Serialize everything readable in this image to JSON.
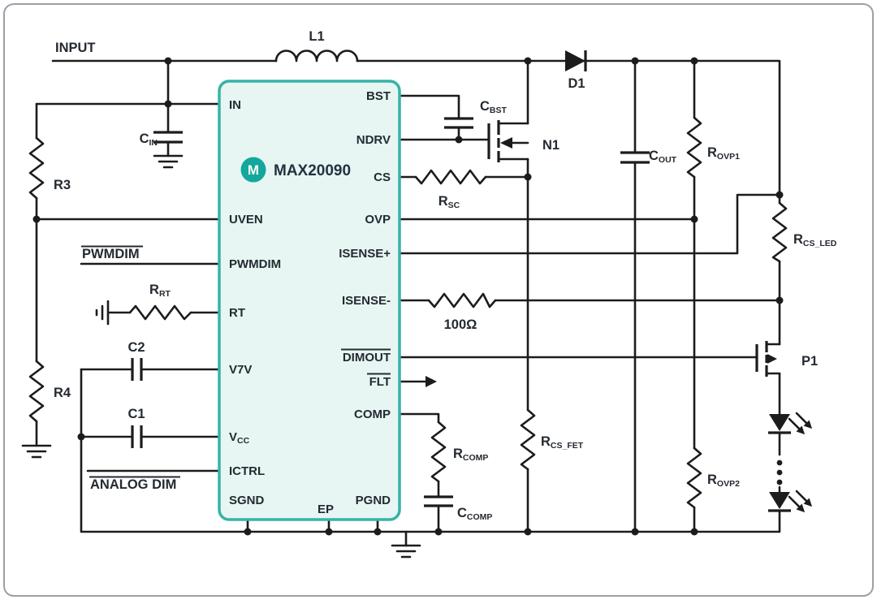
{
  "figure": {
    "ic": {
      "part_number": "MAX20090",
      "logo_letter": "M",
      "pins": {
        "in": "IN",
        "uven": "UVEN",
        "pwmdim": "PWMDIM",
        "rt": "RT",
        "v7v": "V7V",
        "vcc": {
          "main": "V",
          "sub": "CC"
        },
        "ictrl": "ICTRL",
        "sgnd": "SGND",
        "ep": "EP",
        "pgnd": "PGND",
        "bst": "BST",
        "ndrv": "NDRV",
        "cs": "CS",
        "ovp": "OVP",
        "isense_plus": "ISENSE+",
        "isense_minus": "ISENSE-",
        "dimout": "DIMOUT",
        "flt": "FLT",
        "comp": "COMP"
      }
    },
    "signals": {
      "input": "INPUT",
      "pwmdim": "PWMDIM",
      "analog_dim": "ANALOG DIM"
    },
    "components": {
      "l1": "L1",
      "d1": "D1",
      "n1": "N1",
      "p1": "P1",
      "r3": "R3",
      "r4": "R4",
      "c1": "C1",
      "c2": "C2",
      "cin": {
        "main": "C",
        "sub": "IN"
      },
      "cbst": {
        "main": "C",
        "sub": "BST"
      },
      "cout": {
        "main": "C",
        "sub": "OUT"
      },
      "rsc": {
        "main": "R",
        "sub": "SC"
      },
      "rrt": {
        "main": "R",
        "sub": "RT"
      },
      "rcomp": {
        "main": "R",
        "sub": "COMP"
      },
      "ccomp": {
        "main": "C",
        "sub": "COMP"
      },
      "rcs_fet": {
        "main": "R",
        "sub": "CS_FET"
      },
      "rcs_led": {
        "main": "R",
        "sub": "CS_LED"
      },
      "rovp1": {
        "main": "R",
        "sub": "OVP1"
      },
      "rovp2": {
        "main": "R",
        "sub": "OVP2"
      },
      "risense": "100Ω"
    },
    "colors": {
      "ic_fill": "#E7F6F3",
      "ic_border": "#35B4A7",
      "logo": "#14A79B",
      "wire": "#1C1C1C",
      "label_text": "#242A31",
      "figure_border": "#9AA0A6",
      "background": "#FFFFFF"
    }
  }
}
